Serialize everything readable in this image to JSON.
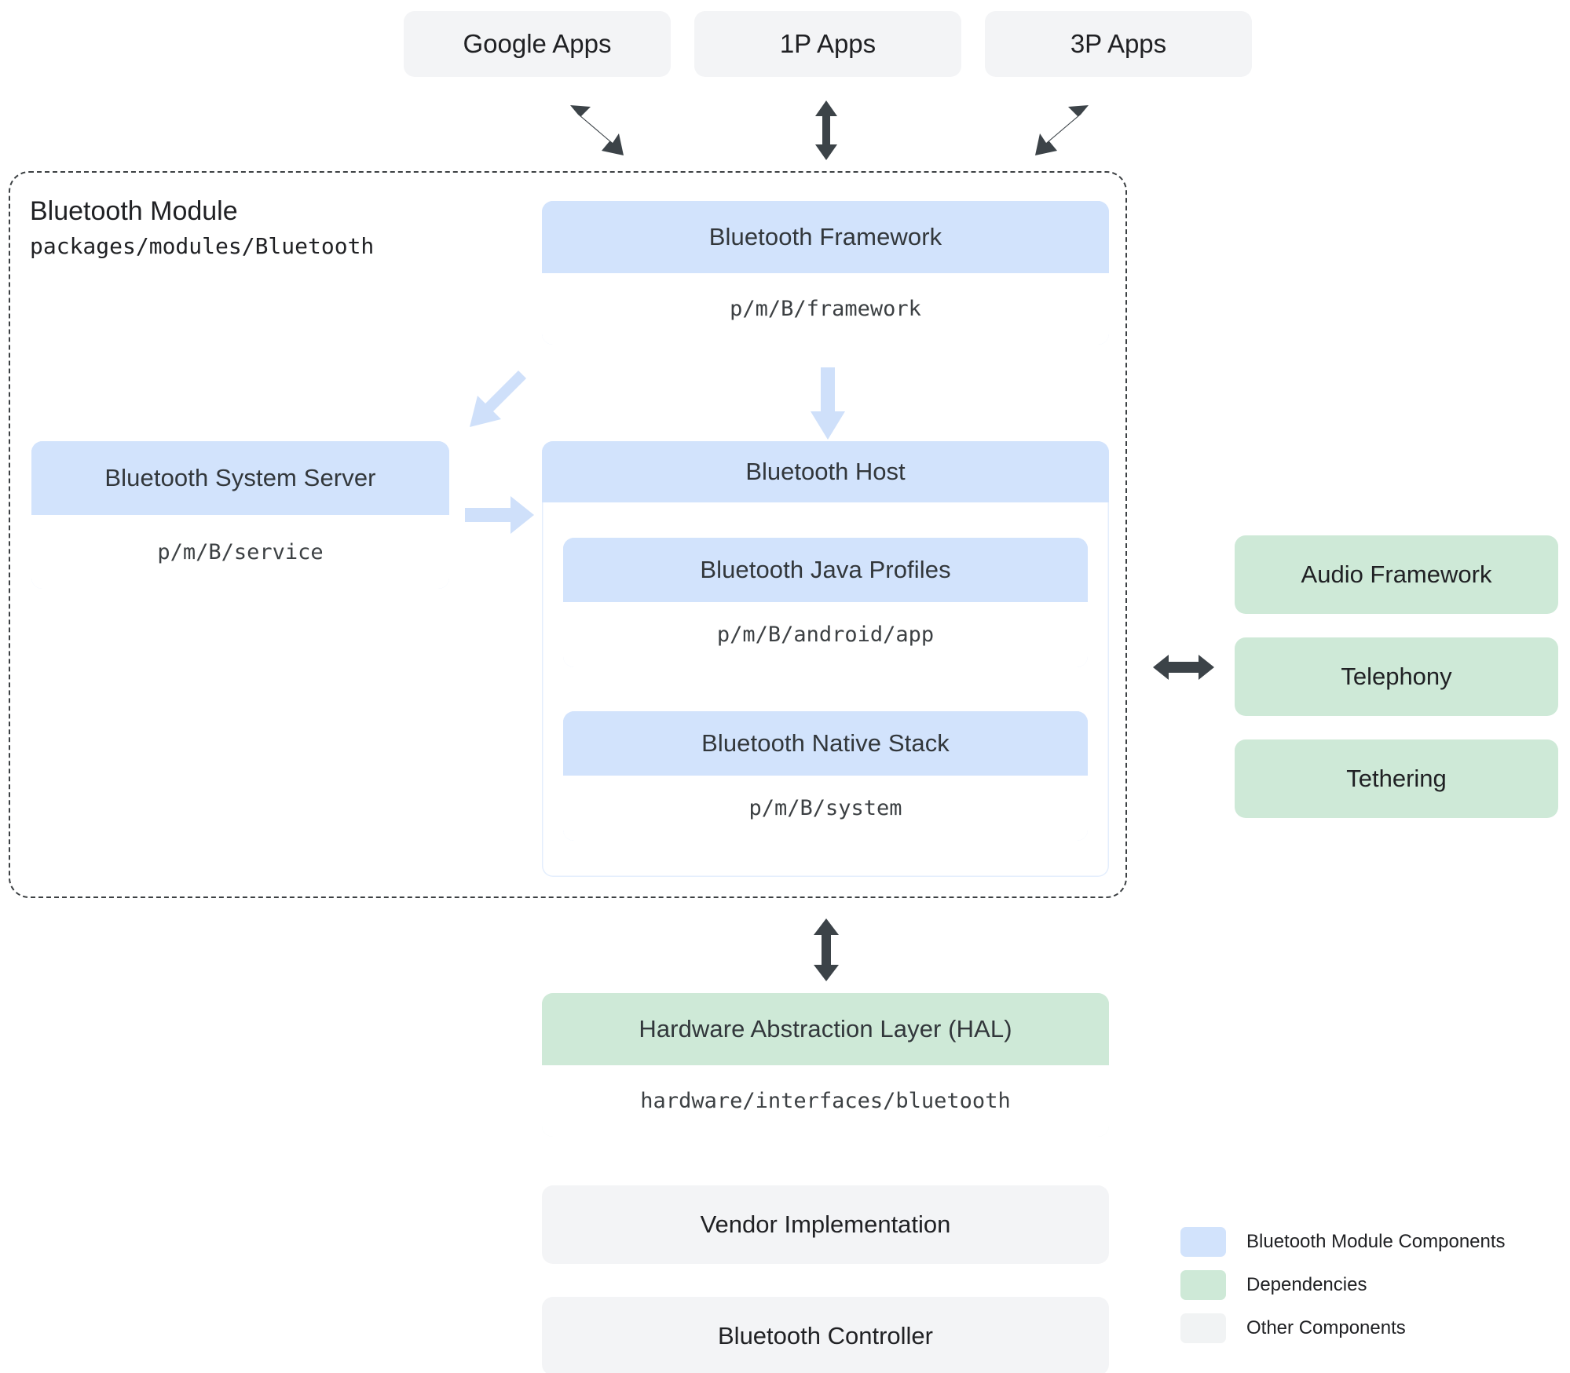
{
  "top_apps": [
    {
      "label": "Google Apps"
    },
    {
      "label": "1P Apps"
    },
    {
      "label": "3P Apps"
    }
  ],
  "module": {
    "title": "Bluetooth Module",
    "path": "packages/modules/Bluetooth"
  },
  "framework": {
    "title": "Bluetooth Framework",
    "path": "p/m/B/framework"
  },
  "system_server": {
    "title": "Bluetooth System Server",
    "path": "p/m/B/service"
  },
  "host": {
    "title": "Bluetooth Host",
    "children": [
      {
        "title": "Bluetooth Java Profiles",
        "path": "p/m/B/android/app"
      },
      {
        "title": "Bluetooth Native Stack",
        "path": "p/m/B/system"
      }
    ]
  },
  "dependencies": [
    {
      "label": "Audio Framework"
    },
    {
      "label": "Telephony"
    },
    {
      "label": "Tethering"
    }
  ],
  "hal": {
    "title": "Hardware Abstraction Layer (HAL)",
    "path": "hardware/interfaces/bluetooth"
  },
  "bottom": [
    {
      "label": "Vendor Implementation"
    },
    {
      "label": "Bluetooth Controller"
    }
  ],
  "legend": [
    {
      "label": "Bluetooth Module Components",
      "color": "#d2e3fc"
    },
    {
      "label": "Dependencies",
      "color": "#cee9d7"
    },
    {
      "label": "Other Components",
      "color": "#f1f3f4"
    }
  ],
  "arrows": {
    "dark_color": "#3c4348",
    "light_color": "#cfe0fa",
    "google_apps_to_module": "diagonal-double-arrow-down-right",
    "onep_apps_to_module": "vertical-double-arrow",
    "threep_apps_to_module": "diagonal-double-arrow-up-right",
    "framework_to_system_server": "diagonal-arrow-down-left",
    "framework_to_host": "arrow-down",
    "system_server_to_host": "arrow-right",
    "host_to_dependencies": "horizontal-double-arrow",
    "module_to_hal": "vertical-double-arrow"
  }
}
